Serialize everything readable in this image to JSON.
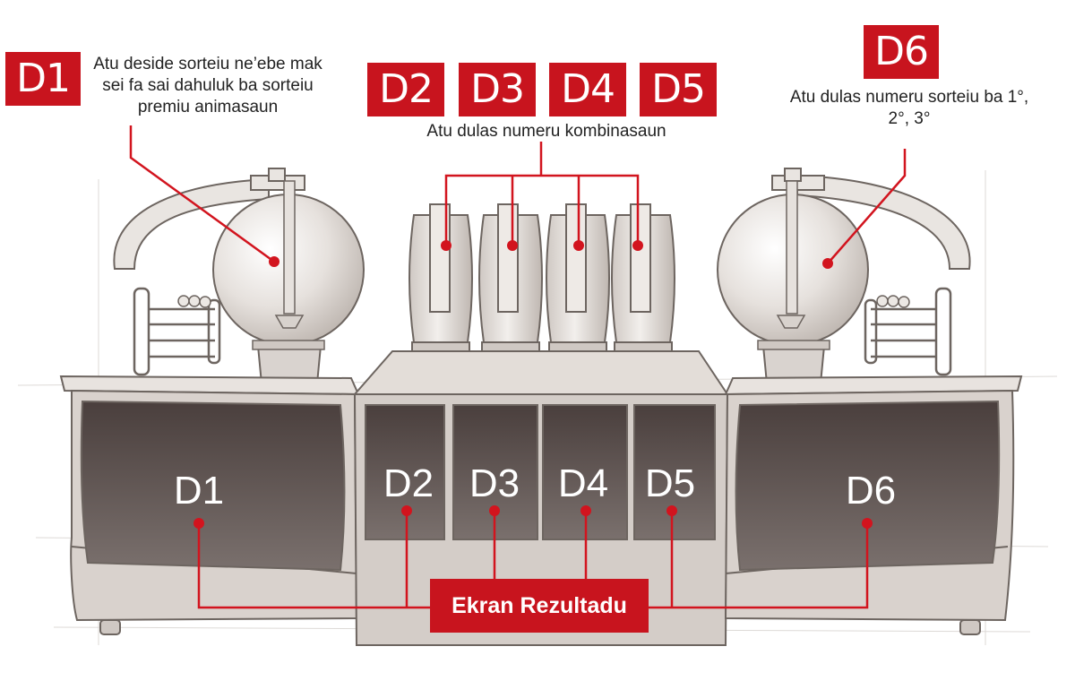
{
  "tags": {
    "d1": "D1",
    "d2": "D2",
    "d3": "D3",
    "d4": "D4",
    "d5": "D5",
    "d6": "D6"
  },
  "captions": {
    "d1": "Atu deside sorteiu ne’ebe mak sei fa sai dahuluk ba sorteiu premiu animasaun",
    "middle": "Atu dulas numeru kombinasaun",
    "d6": "Atu dulas numeru sorteiu ba 1°, 2°, 3°"
  },
  "screens": {
    "d1": "D1",
    "d2": "D2",
    "d3": "D3",
    "d4": "D4",
    "d5": "D5",
    "d6": "D6"
  },
  "result_label": "Ekran Rezultadu",
  "colors": {
    "accent": "#c8141e",
    "screen": "#5e5350",
    "body": "#d8d1cc"
  }
}
